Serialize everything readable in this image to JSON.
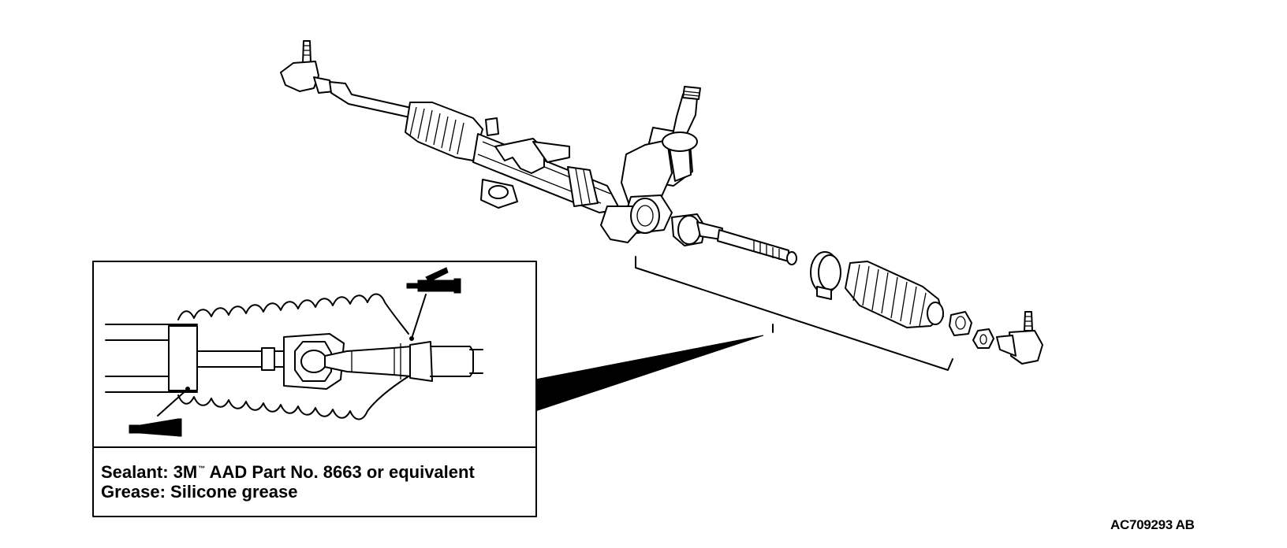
{
  "inset": {
    "sealant_prefix": "Sealant: 3M",
    "sealant_tm": "™",
    "sealant_rest": " AAD Part No. 8663 or equivalent",
    "grease_line": "Grease: Silicone grease"
  },
  "figure_id": "AC709293 AB",
  "icons": {
    "grease_gun": "grease-gun-icon",
    "sealant_tube": "sealant-tube-icon"
  }
}
